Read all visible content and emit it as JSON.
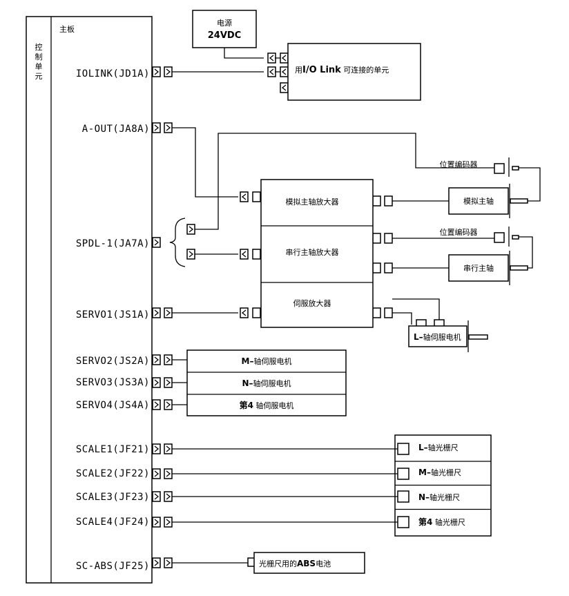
{
  "control_unit": {
    "side_label_chars": [
      "控",
      "制",
      "单",
      "元"
    ],
    "main_board_label": "主板"
  },
  "power": {
    "line1": "电源",
    "line2": "24VDC"
  },
  "io_unit": {
    "prefix": "用",
    "bold": "I/O Link",
    "suffix": " 可连接的单元"
  },
  "ports": [
    "IOLINK(JD1A)",
    "A-OUT(JA8A)",
    "SPDL-1(JA7A)",
    "SERVO1(JS1A)",
    "SERVO2(JS2A)",
    "SERVO3(JS3A)",
    "SERVO4(JS4A)",
    "SCALE1(JF21)",
    "SCALE2(JF22)",
    "SCALE3(JF23)",
    "SCALE4(JF24)",
    "SC-ABS(JF25)"
  ],
  "amplifiers": {
    "analog": "模拟主轴放大器",
    "serial": "串行主轴放大器",
    "servo": "伺服放大器"
  },
  "encoder_label": "位置编码器",
  "spindles": {
    "analog": "模拟主轴",
    "serial": "串行主轴"
  },
  "l_motor": {
    "bold": "L–",
    "text": "轴伺服电机"
  },
  "servo_motors": [
    {
      "bold": "M–",
      "text": "轴伺服电机"
    },
    {
      "bold": "N–",
      "text": "轴伺服电机"
    },
    {
      "bold": "第4",
      "text": " 轴伺服电机"
    }
  ],
  "scales": [
    {
      "bold": "L–",
      "text": "轴光栅尺"
    },
    {
      "bold": "M–",
      "text": "轴光栅尺"
    },
    {
      "bold": "N–",
      "text": "轴光栅尺"
    },
    {
      "bold": "第4",
      "text": " 轴光栅尺"
    }
  ],
  "battery": {
    "prefix": "光栅尺用的",
    "bold": "ABS",
    "suffix": "电池"
  }
}
